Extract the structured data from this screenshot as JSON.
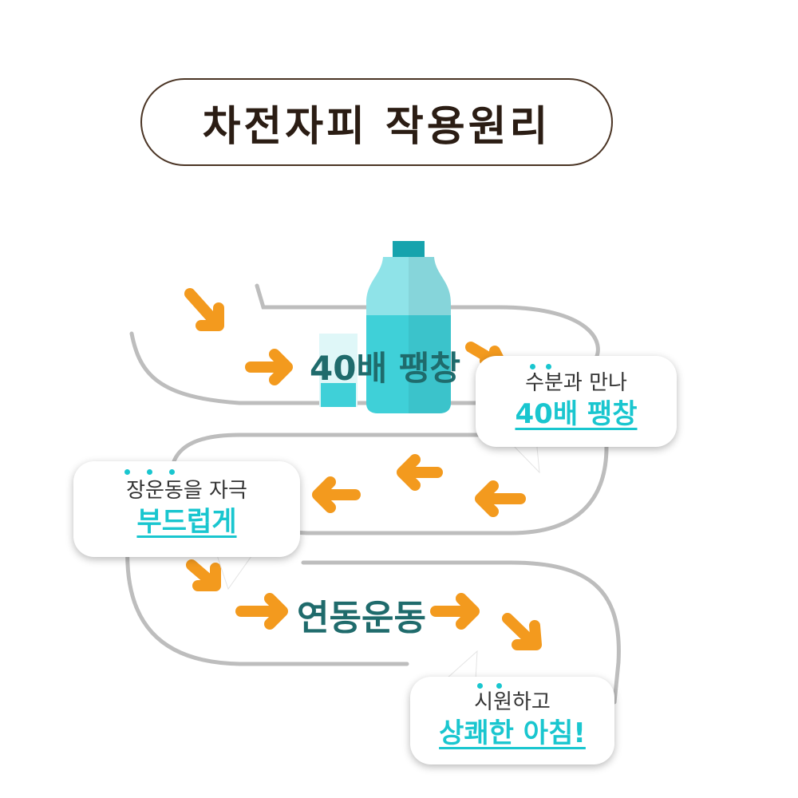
{
  "title": "차전자피 작용원리",
  "center_labels": {
    "expand": "40배 팽창",
    "peristalsis": "연동운동"
  },
  "bubbles": {
    "water": {
      "sub": "수분과 만나",
      "main": "40배 팽창"
    },
    "stimulate": {
      "sub": "장운동을 자극",
      "main": "부드럽게"
    },
    "morning": {
      "sub": "시원하고",
      "main": "상쾌한 아침!"
    }
  },
  "colors": {
    "arrow": "#f39a1e",
    "intestine": "#bdbdbd",
    "accent": "#19c6cf",
    "label": "#1f6b6c",
    "title_border": "#4a3424",
    "bottle": "#6fd9e0"
  },
  "icons": [
    "water-bottle-icon",
    "glass-icon",
    "arrow-icon"
  ]
}
